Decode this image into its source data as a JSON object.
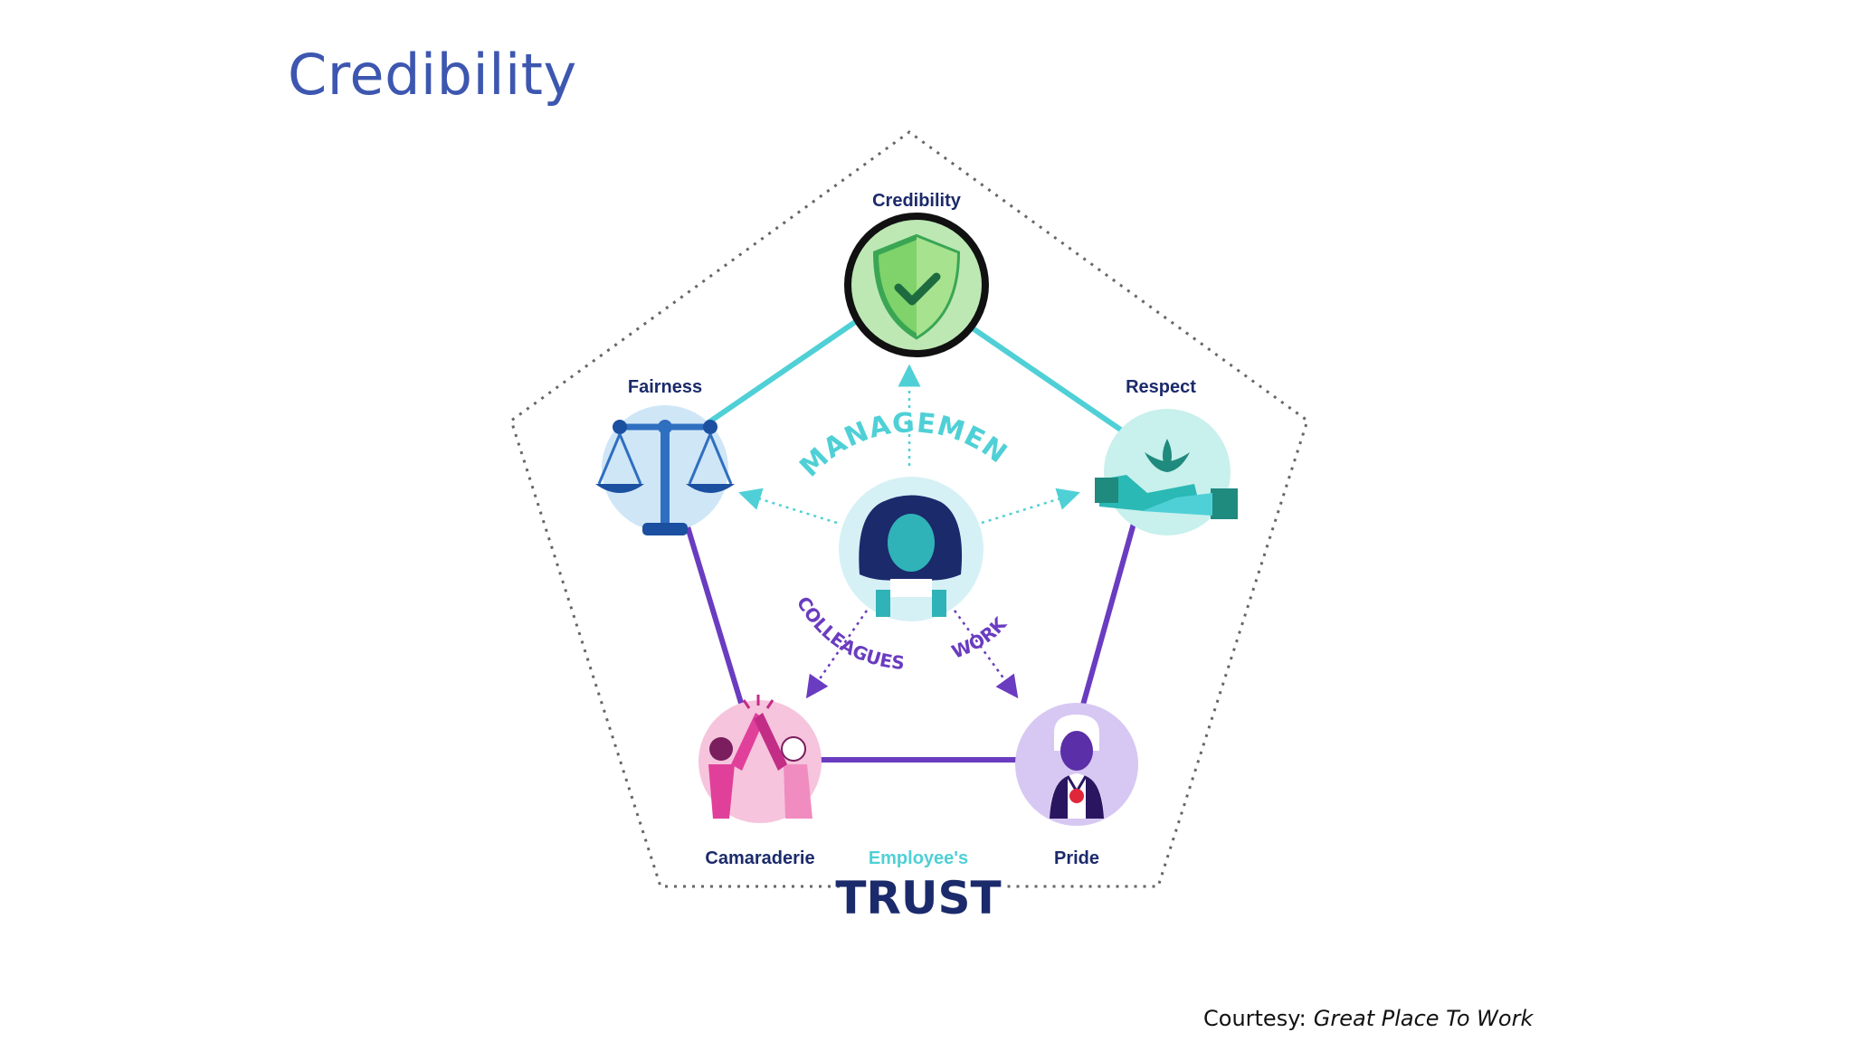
{
  "slide": {
    "title": "Credibility"
  },
  "diagram": {
    "nodes": {
      "credibility": "Credibility",
      "fairness": "Fairness",
      "respect": "Respect",
      "camaraderie": "Camaraderie",
      "pride": "Pride"
    },
    "center_arc": "MANAGEMENT",
    "left_arc": "COLLEAGUES",
    "right_arc": "WORK",
    "footer_small": "Employee's",
    "footer_big": "TRUST",
    "highlighted_node": "Credibility"
  },
  "colors": {
    "title": "#3d57b0",
    "navy": "#1b2a6b",
    "teal": "#4fd0d6",
    "purple": "#6a3cc0",
    "highlight_ring": "#111111"
  },
  "courtesy": {
    "prefix": "Courtesy:",
    "source": "Great Place To Work"
  }
}
